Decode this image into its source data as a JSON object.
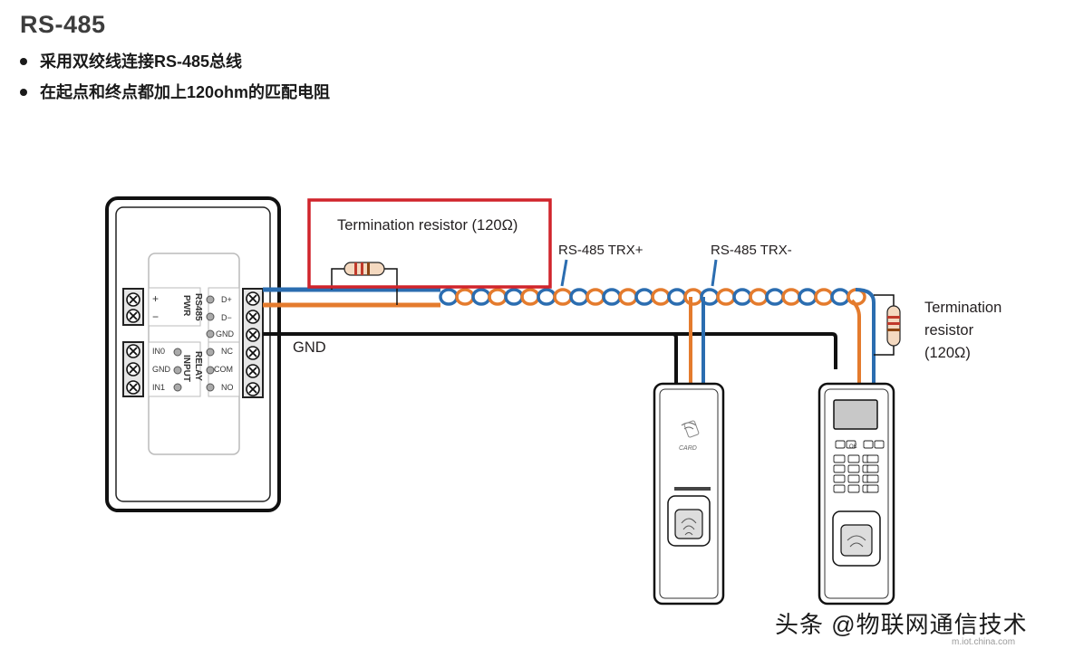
{
  "heading": "RS-485",
  "bullets": [
    "采用双绞线连接RS-485总线",
    "在起点和终点都加上120ohm的匹配电阻"
  ],
  "labels": {
    "termination_resistor_left": "Termination  resistor  (120Ω)",
    "trx_plus": "RS-485  TRX+",
    "trx_minus": "RS-485  TRX-",
    "gnd": "GND",
    "termination_right_1": "Termination",
    "termination_right_2": "resistor",
    "termination_right_3": "(120Ω)"
  },
  "controller": {
    "pwr_label": "PWR",
    "pwr_plus": "+",
    "pwr_minus": "−",
    "rs485_label": "RS485",
    "rs485_pins": [
      "D+",
      "D−",
      "GND"
    ],
    "input_label": "INPUT",
    "input_pins": [
      "IN0",
      "GND",
      "IN1"
    ],
    "relay_label": "RELAY",
    "relay_pins": [
      "NC",
      "COM",
      "NO"
    ]
  },
  "reader1": {
    "card_text": "CARD"
  },
  "reader2": {
    "ok_key": "OK"
  },
  "colors": {
    "twisted_orange": "#e47b2d",
    "twisted_blue": "#2b6db0",
    "highlight_red": "#d0242b",
    "wire_black": "#111111"
  },
  "watermark": "头条 @物联网通信技术",
  "watermark_url": "m.iot.china.com"
}
